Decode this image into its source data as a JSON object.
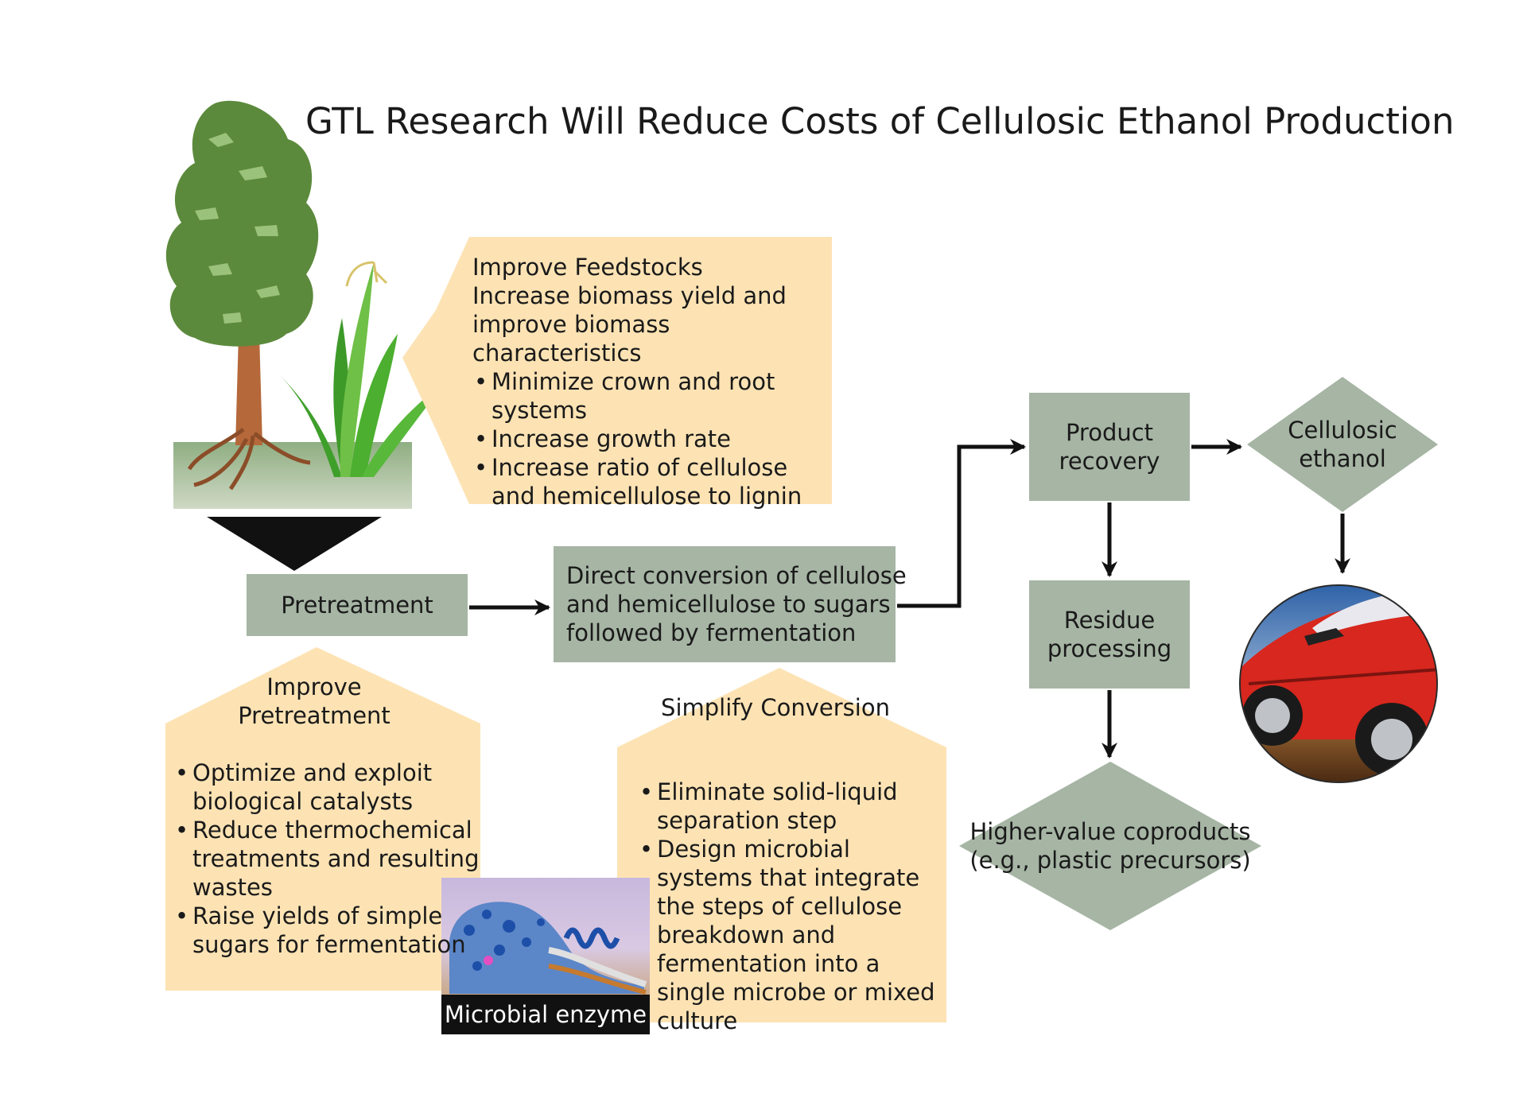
{
  "title": "GTL Research Will Reduce Costs of Cellulosic Ethanol Production",
  "colors": {
    "process_box": "#a6b5a4",
    "callout": "#fde3b4",
    "arrow": "#111111",
    "tree_foliage": "#5c8a3c",
    "grass": "#4caf2f",
    "car_body": "#d8271e"
  },
  "feedstocks": {
    "heading": "Improve Feedstocks",
    "intro": "Increase biomass yield and improve biomass characteristics",
    "bullets": [
      "Minimize crown and root systems",
      "Increase growth rate",
      "Increase ratio of cellulose and hemicellulose to lignin"
    ]
  },
  "process": {
    "pretreatment": "Pretreatment",
    "direct_conversion": "Direct conversion of cellulose and hemicellulose to sugars followed by fermentation",
    "product_recovery": "Product recovery",
    "residue_processing": "Residue processing",
    "cellulosic_ethanol": "Cellulosic ethanol",
    "coproducts": "Higher-value coproducts (e.g., plastic precursors)"
  },
  "improve_pretreatment": {
    "heading": "Improve Pretreatment",
    "bullets": [
      "Optimize and exploit biological catalysts",
      "Reduce thermochemical treatments and resulting wastes",
      "Raise yields of simple sugars for fermentation"
    ]
  },
  "simplify_conversion": {
    "heading": "Simplify Conversion",
    "bullets": [
      "Eliminate solid-liquid separation step",
      "Design microbial systems that integrate the steps of cellulose breakdown and fermentation into a single microbe or mixed culture"
    ]
  },
  "enzyme_caption": "Microbial enzyme"
}
